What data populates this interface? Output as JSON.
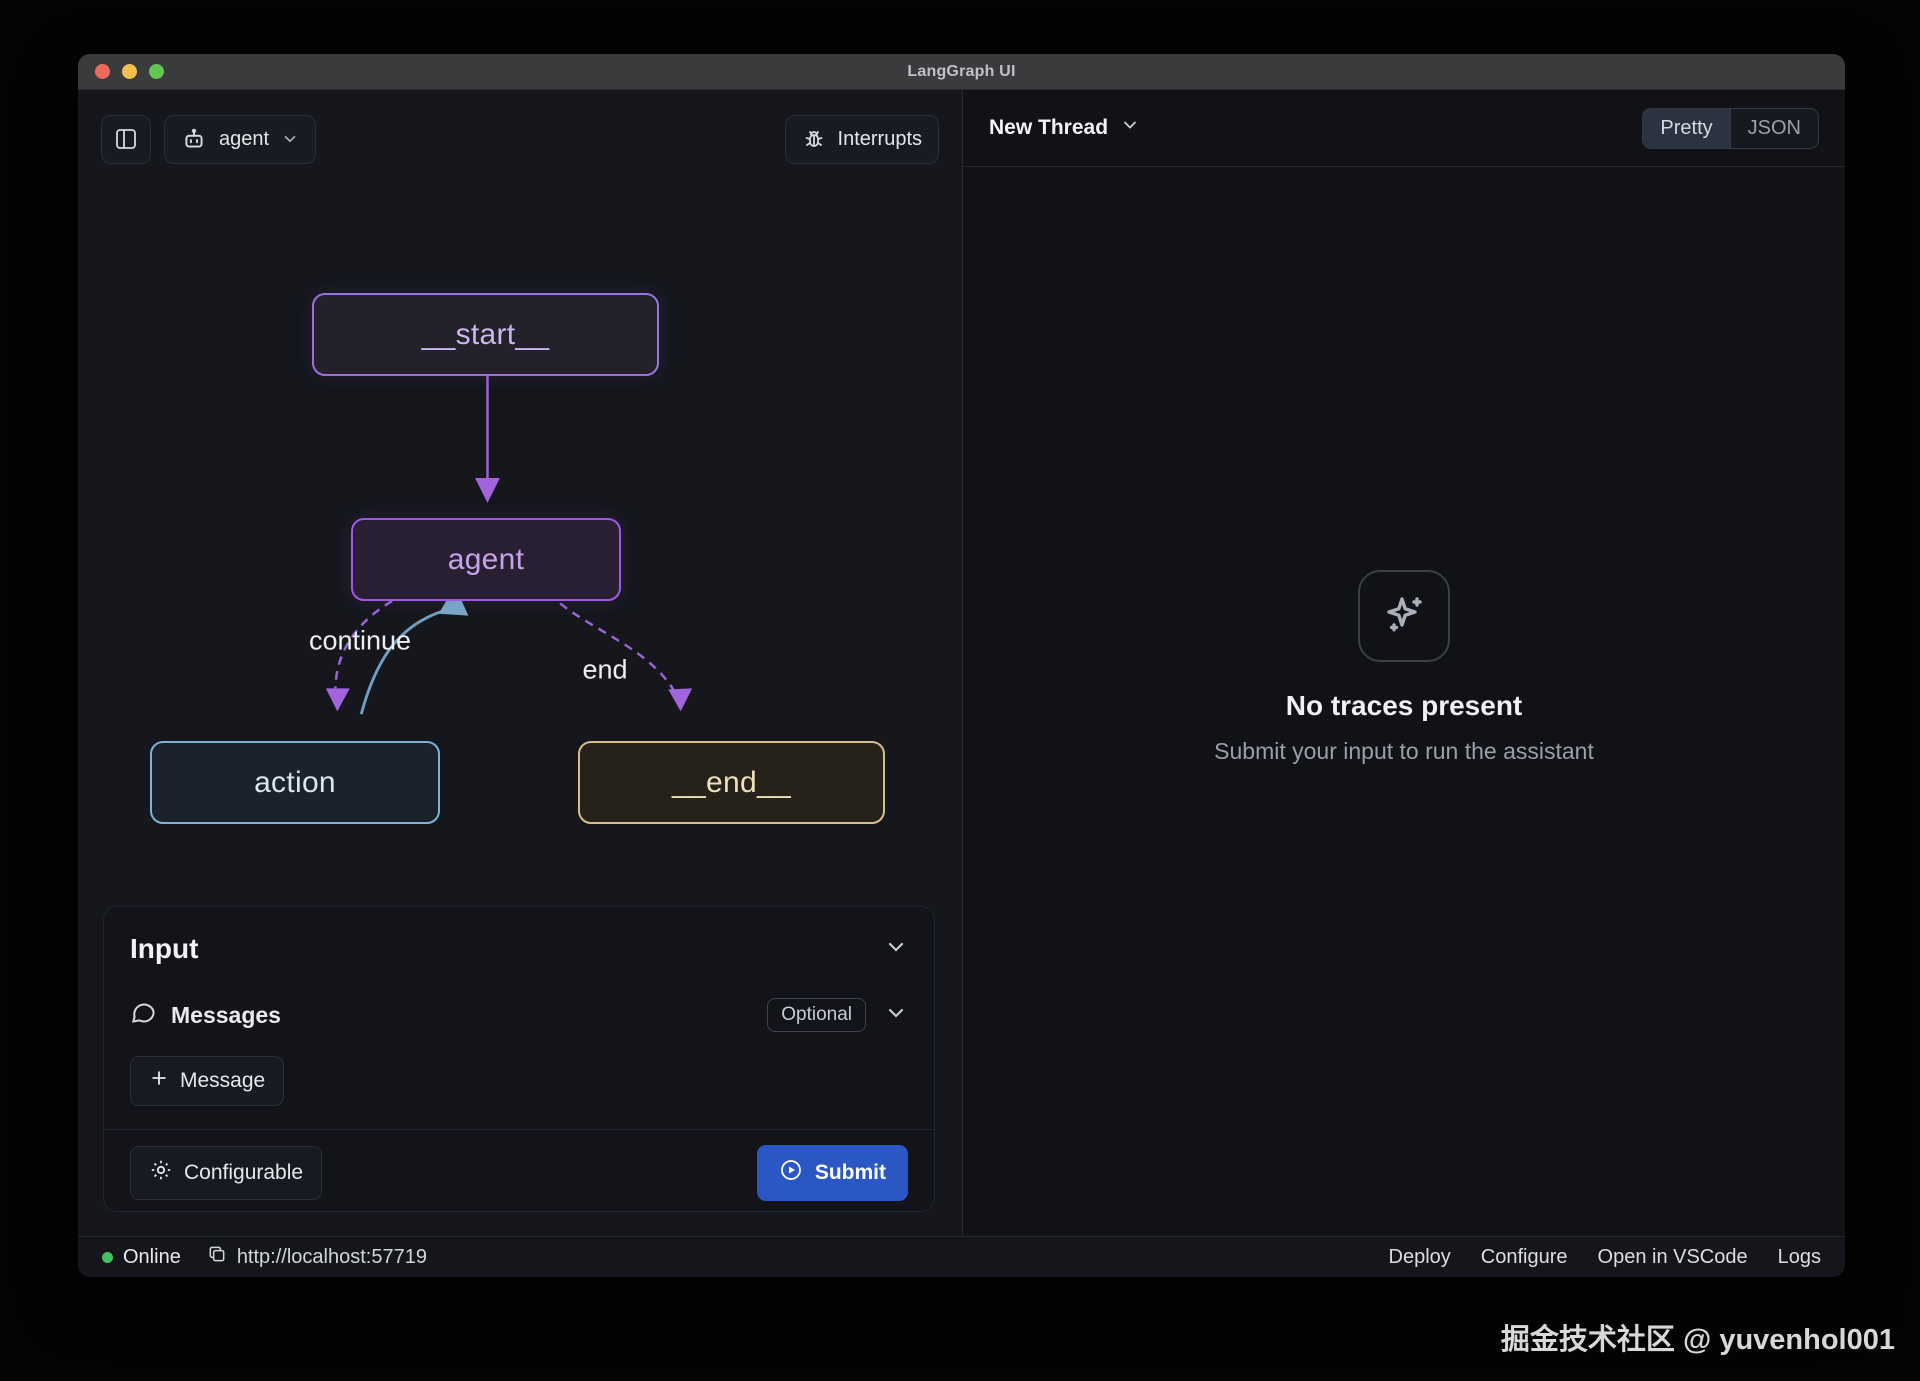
{
  "window": {
    "title": "LangGraph UI"
  },
  "toolbar": {
    "agent_label": "agent",
    "interrupts_label": "Interrupts"
  },
  "graph": {
    "nodes": {
      "start": {
        "label": "__start__",
        "border_color": "#9b6fdd"
      },
      "agent": {
        "label": "agent",
        "border_color": "#a158e6"
      },
      "action": {
        "label": "action",
        "border_color": "#7fb2d6"
      },
      "end": {
        "label": "__end__",
        "border_color": "#d6be8c"
      }
    },
    "edges": [
      {
        "from": "__start__",
        "to": "agent",
        "style": "solid",
        "color": "#9a63d8"
      },
      {
        "from": "agent",
        "to": "action",
        "style": "dashed",
        "color": "#9a63d8",
        "label": "continue"
      },
      {
        "from": "action",
        "to": "agent",
        "style": "solid",
        "color": "#6f9fc4"
      },
      {
        "from": "agent",
        "to": "__end__",
        "style": "dashed",
        "color": "#9a63d8",
        "label": "end"
      }
    ],
    "edge_labels": {
      "continue": "continue",
      "end": "end"
    }
  },
  "input_panel": {
    "title": "Input",
    "messages_label": "Messages",
    "optional_badge": "Optional",
    "add_message_label": "Message",
    "configurable_label": "Configurable",
    "submit_label": "Submit"
  },
  "thread_panel": {
    "title": "New Thread",
    "view_toggle": {
      "pretty": "Pretty",
      "json": "JSON",
      "selected": "Pretty"
    },
    "empty_state": {
      "title": "No traces present",
      "subtitle": "Submit your input to run the assistant"
    }
  },
  "status_bar": {
    "online_label": "Online",
    "url": "http://localhost:57719",
    "links": [
      "Deploy",
      "Configure",
      "Open in VSCode",
      "Logs"
    ]
  },
  "colors": {
    "accent_purple": "#a158e6",
    "accent_blue_button": "#2b57c5",
    "action_blue": "#7fb2d6",
    "end_tan": "#d6be8c",
    "online_green": "#43c061"
  },
  "watermark": "掘金技术社区 @ yuvenhol001"
}
